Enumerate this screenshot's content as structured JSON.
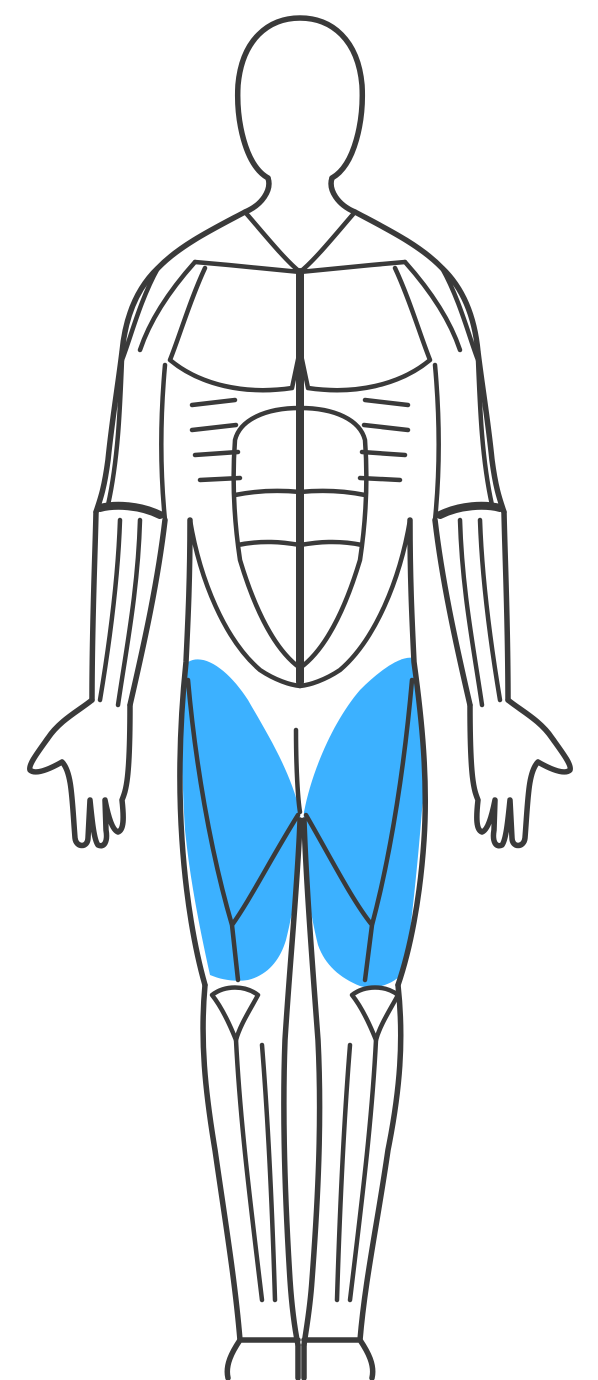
{
  "diagram": {
    "view": "front",
    "highlighted_muscles": [
      "quadriceps-left",
      "quadriceps-right"
    ],
    "colors": {
      "outline": "#3a3a3a",
      "body_fill": "#ffffff",
      "highlight": "#3cb1ff",
      "background": "#ffffff"
    }
  }
}
